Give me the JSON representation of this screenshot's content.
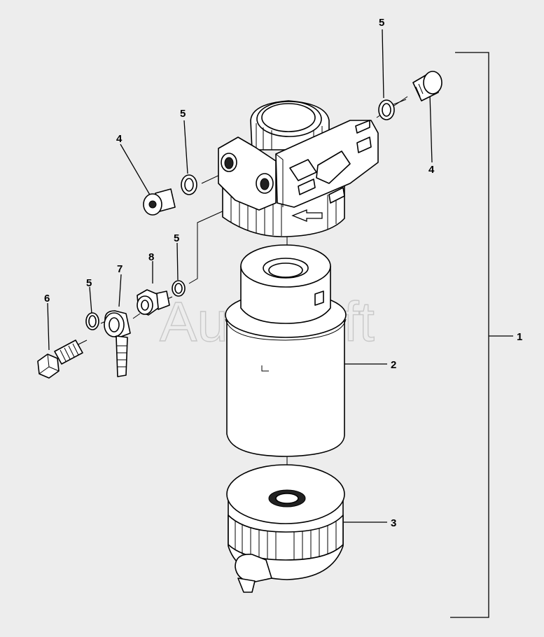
{
  "watermark": "AutoSoft",
  "callouts": [
    {
      "id": "c1",
      "label": "1"
    },
    {
      "id": "c2",
      "label": "2"
    },
    {
      "id": "c3",
      "label": "3"
    },
    {
      "id": "c4a",
      "label": "4"
    },
    {
      "id": "c4b",
      "label": "4"
    },
    {
      "id": "c5a",
      "label": "5"
    },
    {
      "id": "c5b",
      "label": "5"
    },
    {
      "id": "c5c",
      "label": "5"
    },
    {
      "id": "c5d",
      "label": "5"
    },
    {
      "id": "c6",
      "label": "6"
    },
    {
      "id": "c7",
      "label": "7"
    },
    {
      "id": "c8",
      "label": "8"
    }
  ],
  "parts": [
    "filter-head",
    "filter-cartridge",
    "water-separator-bowl",
    "plug-left",
    "plug-right",
    "sealing-washer-top-right",
    "sealing-washer-left",
    "sealing-washer-middle",
    "sealing-washer-banjo",
    "banjo-bolt",
    "banjo-fitting",
    "union-nut"
  ]
}
